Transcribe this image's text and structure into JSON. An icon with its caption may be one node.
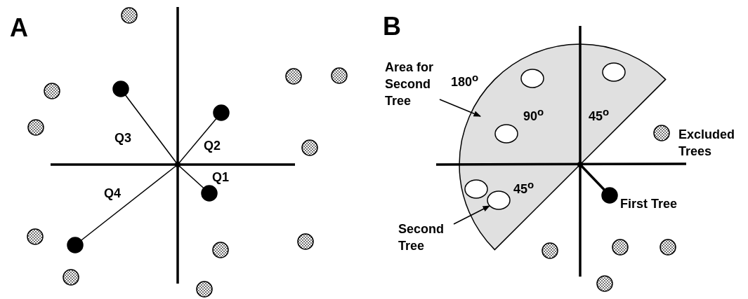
{
  "diagram": {
    "nodes": [
      {
        "text": [
          "Area for Second Tree"
        ]
      },
      {
        "text": [],
        "shape": "sector"
      },
      {
        "text": [
          "Second Tree"
        ]
      },
      {
        "text": [],
        "shape": "circle",
        "in": 1
      },
      {
        "text": [],
        "shape": "point"
      },
      {
        "text": [],
        "shape": "circle"
      },
      {
        "text": [],
        "shape": "circle"
      },
      {
        "text": [],
        "shape": "circle"
      },
      {
        "text": [],
        "shape": "circle"
      },
      {
        "text": [],
        "shape": "point"
      },
      {
        "text": [],
        "shape": "circle",
        "beside": [
          "First Tree"
        ]
      },
      {
        "text": [],
        "shape": "circle",
        "in": 1
      },
      {
        "text": [],
        "shape": "circle",
        "in": 1
      },
      {
        "text": [],
        "shape": "circle",
        "in": 1
      },
      {
        "text": [],
        "shape": "circle",
        "in": 1
      }
    ],
    "edges": [
      {
        "from": 0,
        "to": 1,
        "arrow": "to"
      },
      {
        "from": 2,
        "to": 3,
        "arrow": "to"
      },
      {
        "from": 4,
        "to": 5,
        "arrow": "none"
      },
      {
        "from": 4,
        "to": 6,
        "arrow": "none"
      },
      {
        "from": 4,
        "to": 7,
        "arrow": "none"
      },
      {
        "from": 4,
        "to": 8,
        "arrow": "none"
      },
      {
        "from": 9,
        "to": 10,
        "arrow": "none",
        "style": "thick"
      }
    ],
    "labels": [
      "A",
      "Q3",
      "Q2",
      "Q1",
      "Q4",
      "B",
      "180$^{o}$",
      "90$^{o}$",
      "45$^{o}$",
      "Excluded Trees",
      "45$^{o}$"
    ]
  }
}
